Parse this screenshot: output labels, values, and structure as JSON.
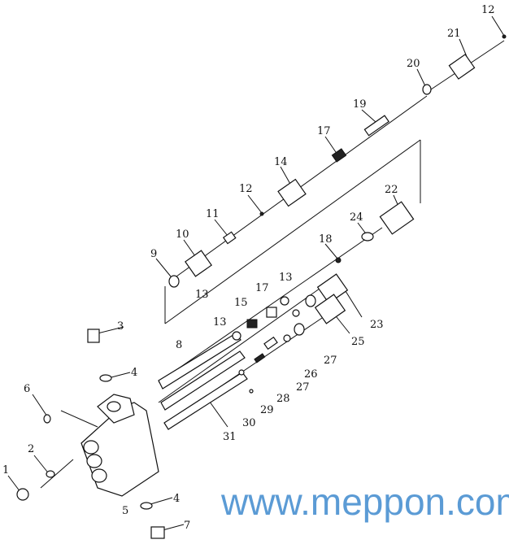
{
  "watermark": "www.meppon.com",
  "part_labels": [
    "1",
    "2",
    "3",
    "4",
    "4",
    "5",
    "6",
    "7",
    "8",
    "9",
    "10",
    "11",
    "12",
    "12",
    "13",
    "13",
    "13",
    "14",
    "15",
    "17",
    "17",
    "18",
    "19",
    "20",
    "21",
    "22",
    "23",
    "24",
    "25",
    "26",
    "27",
    "27",
    "28",
    "29",
    "30",
    "31"
  ]
}
